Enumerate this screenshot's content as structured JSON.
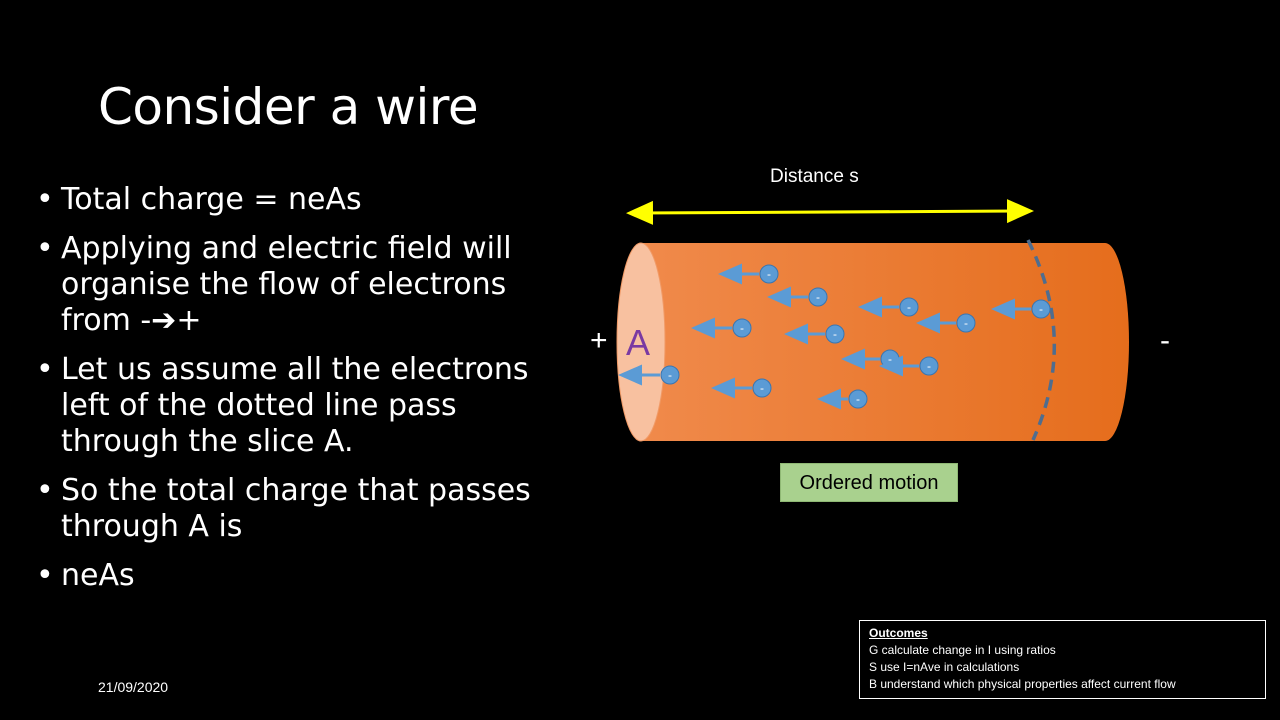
{
  "slide": {
    "title": "Consider a wire",
    "bullets": [
      "Total charge = neAs",
      "Applying and electric field will organise the flow of electrons from -➔+",
      "Let us assume all the electrons left of the dotted line pass through the slice A.",
      "So the total charge that passes through A is",
      "neAs"
    ],
    "bullet_marker": "•",
    "date": "21/09/2020"
  },
  "diagram": {
    "distance_label": "Distance s",
    "plus_sign": "+",
    "minus_sign": "-",
    "slice_label": "A",
    "electron_symbol": "-",
    "ordered_motion_label": "Ordered motion",
    "colors": {
      "wire": "#ed7d31",
      "wire_end": "#f8c1a0",
      "electron": "#5b9bd5",
      "distance_arrow": "#ffff00",
      "dotted_line": "#4f6d8f",
      "slice_label": "#7a3aa2",
      "ordered_box": "#a9d18e"
    }
  },
  "outcomes": {
    "heading": "Outcomes",
    "items": [
      "G calculate change in I using ratios",
      "S use I=nAve in calculations",
      "B understand which physical properties affect current flow"
    ]
  }
}
